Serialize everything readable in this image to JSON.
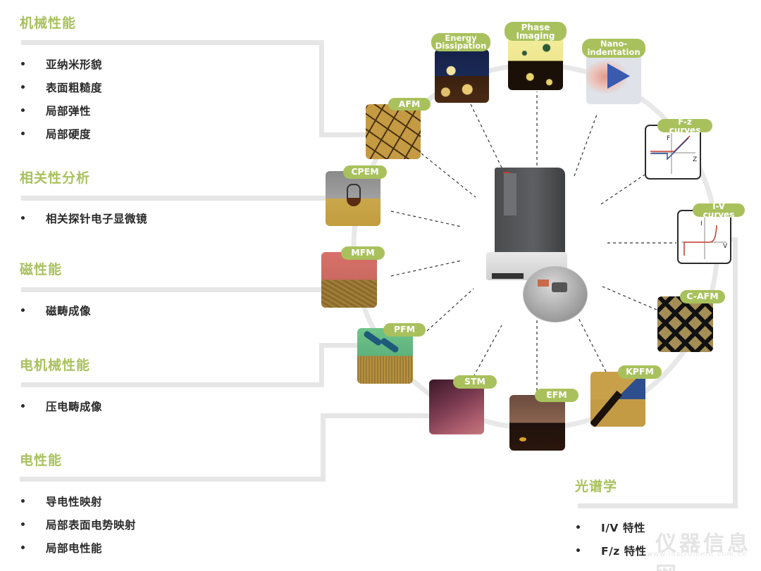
{
  "left_sections": [
    {
      "title": "机械性能",
      "items": [
        "亚纳米形貌",
        "表面粗糙度",
        "局部弹性",
        "局部硬度"
      ]
    },
    {
      "title": "相关性分析",
      "items": [
        "相关探针电子显微镜"
      ]
    },
    {
      "title": "磁性能",
      "items": [
        "磁畴成像"
      ]
    },
    {
      "title": "电机械性能",
      "items": [
        "压电畴成像"
      ]
    },
    {
      "title": "电性能",
      "items": [
        "导电性映射",
        "局部表面电势映射",
        "局部电性能"
      ]
    }
  ],
  "right_section": {
    "title": "光谱学",
    "items": [
      "I/V 特性",
      "F/z 特性"
    ]
  },
  "modes": [
    {
      "id": "afm",
      "label": "AFM"
    },
    {
      "id": "cpem",
      "label": "CPEM"
    },
    {
      "id": "mfm",
      "label": "MFM"
    },
    {
      "id": "pfm",
      "label": "PFM"
    },
    {
      "id": "stm",
      "label": "STM"
    },
    {
      "id": "efm",
      "label": "EFM"
    },
    {
      "id": "kpfm",
      "label": "KPFM"
    },
    {
      "id": "c-afm",
      "label": "C-AFM"
    },
    {
      "id": "energy",
      "label": "Energy\nDissipation"
    },
    {
      "id": "phase",
      "label": "Phase\nImaging"
    },
    {
      "id": "nano",
      "label": "Nano-\nindentation"
    }
  ],
  "curves": {
    "fz": {
      "label": "F-z curves",
      "x_axis": "Z",
      "y_axis": "F"
    },
    "iv": {
      "label": "I-V curves",
      "x_axis": "V",
      "y_axis": "I"
    }
  },
  "colors": {
    "accent": "#a9c15d",
    "connector": "#e6e6e6",
    "text": "#2b2b2b"
  },
  "watermark": {
    "main": "仪器信息网",
    "sub": "www.instrument.com.cn"
  }
}
